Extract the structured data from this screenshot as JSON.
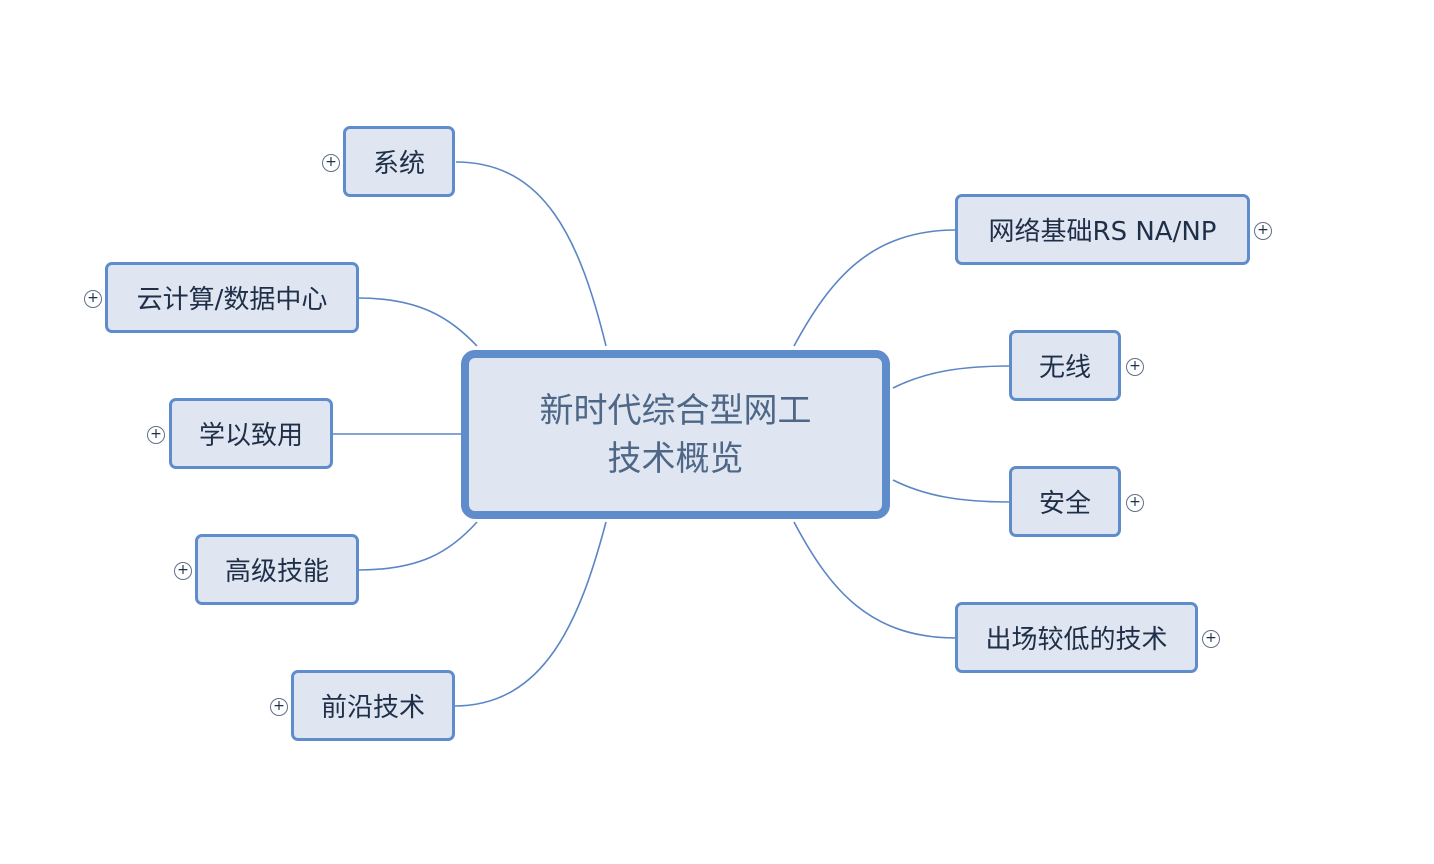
{
  "root": {
    "line1": "新时代综合型网工",
    "line2": "技术概览"
  },
  "topics": {
    "xitong": "系统",
    "yunjisuan": "云计算/数据中心",
    "xueyizhiyong": "学以致用",
    "gaojijineng": "高级技能",
    "qianyanjishu": "前沿技术",
    "wangluojichu": "网络基础RS NA/NP",
    "wuxian": "无线",
    "anquan": "安全",
    "chuchang": "出场较低的技术"
  },
  "expand_symbol": "+",
  "colors": {
    "node_fill": "#dfe6f2",
    "node_border": "#5f8ccb",
    "edge": "#5b86c5",
    "text": "#1f2f47"
  }
}
